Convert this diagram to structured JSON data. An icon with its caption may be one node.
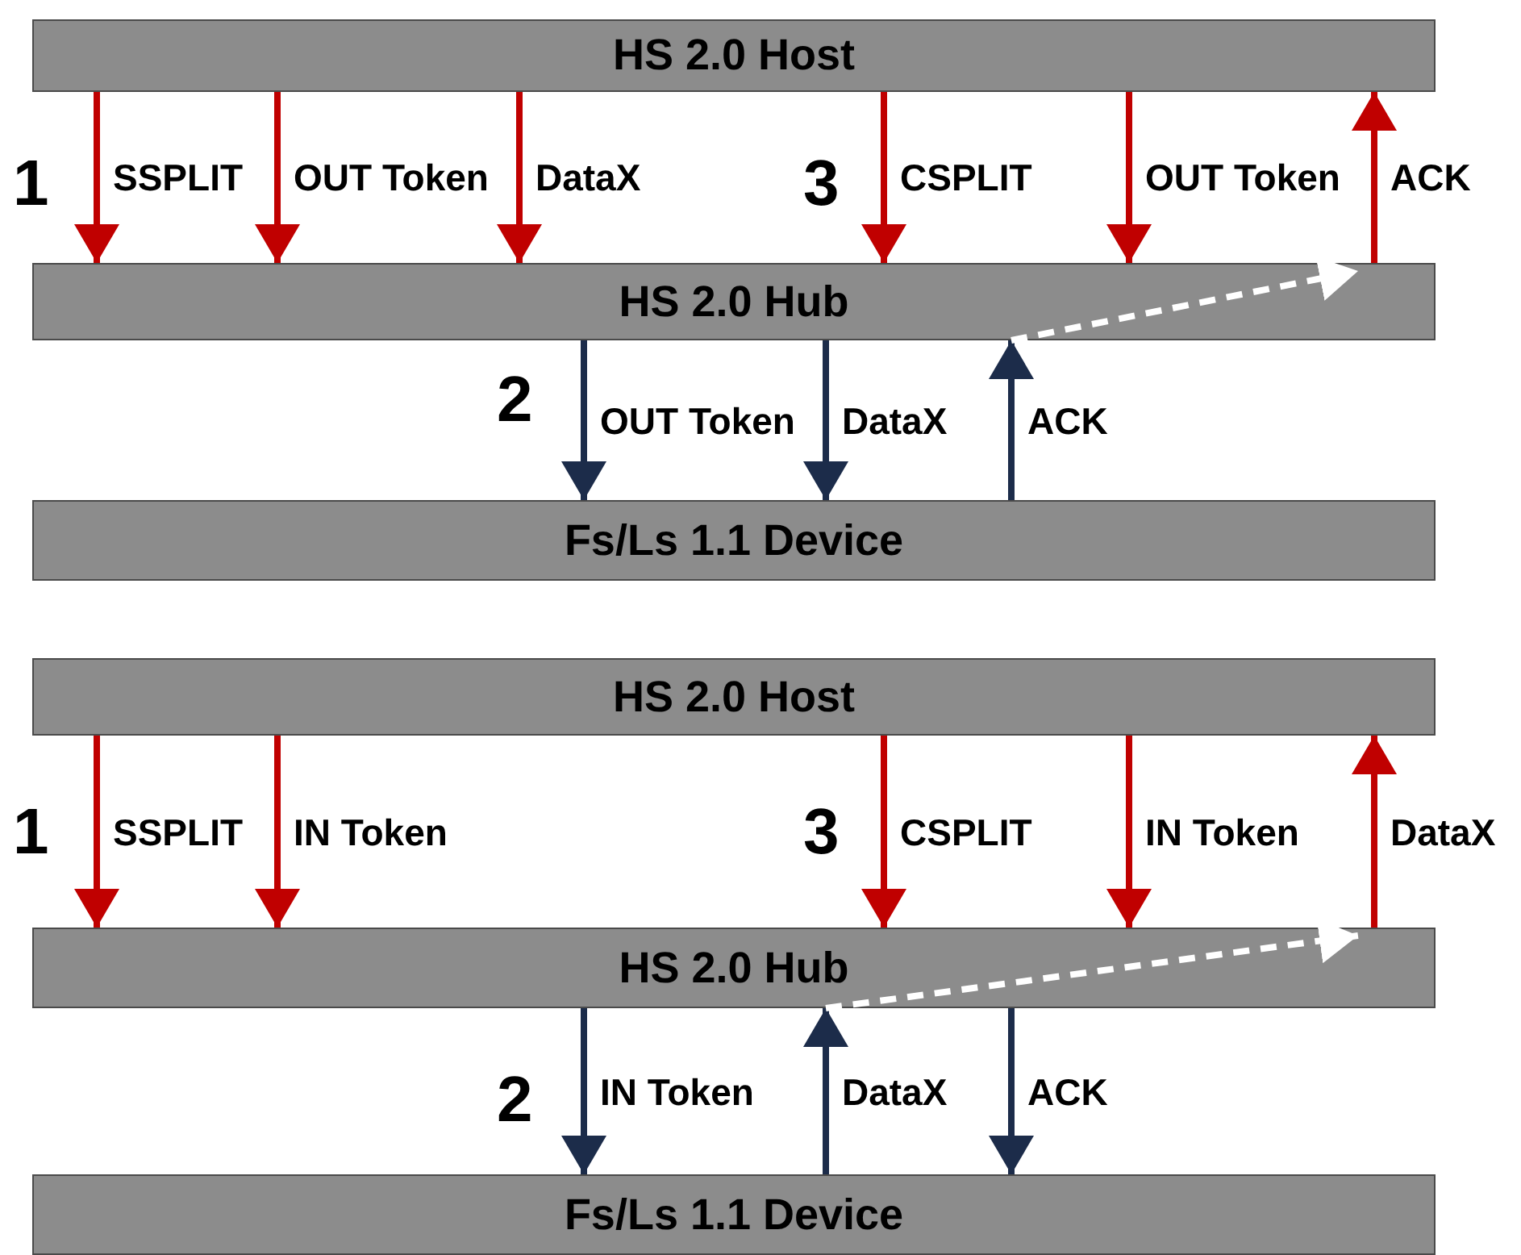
{
  "diagram": {
    "nodes": [
      {
        "text": [
          "HS 2.0 Host"
        ]
      },
      {
        "text": [
          "HS 2.0 Hub"
        ]
      },
      {
        "text": [
          "Fs/Ls 1.1 Device"
        ]
      },
      {
        "text": [
          "HS 2.0 Host"
        ]
      },
      {
        "text": [
          "HS 2.0 Hub"
        ]
      },
      {
        "text": [
          "Fs/Ls 1.1 Device"
        ]
      }
    ],
    "edges": [
      {
        "from": 0,
        "to": 1,
        "arrow": "to",
        "label": "SSPLIT"
      },
      {
        "from": 0,
        "to": 1,
        "arrow": "to",
        "label": "OUT Token"
      },
      {
        "from": 0,
        "to": 1,
        "arrow": "to",
        "label": "DataX"
      },
      {
        "from": 0,
        "to": 1,
        "arrow": "to",
        "label": "CSPLIT"
      },
      {
        "from": 0,
        "to": 1,
        "arrow": "to",
        "label": "OUT Token"
      },
      {
        "from": 1,
        "to": 0,
        "arrow": "to",
        "label": "ACK"
      },
      {
        "from": 1,
        "to": 2,
        "arrow": "to",
        "label": "OUT Token",
        "color": "#1c2c4a"
      },
      {
        "from": 1,
        "to": 2,
        "arrow": "to",
        "label": "DataX",
        "color": "#1c2c4a"
      },
      {
        "from": 2,
        "to": 1,
        "arrow": "to",
        "label": "ACK",
        "color": "#1c2c4a"
      },
      {
        "from": 1,
        "to": 1,
        "arrow": "to",
        "style": "dashed",
        "color": "#ffffff"
      },
      {
        "from": 3,
        "to": 4,
        "arrow": "to",
        "label": "SSPLIT"
      },
      {
        "from": 3,
        "to": 4,
        "arrow": "to",
        "label": "IN Token"
      },
      {
        "from": 3,
        "to": 4,
        "arrow": "to",
        "label": "CSPLIT"
      },
      {
        "from": 3,
        "to": 4,
        "arrow": "to",
        "label": "IN Token"
      },
      {
        "from": 4,
        "to": 3,
        "arrow": "to",
        "label": "DataX"
      },
      {
        "from": 4,
        "to": 5,
        "arrow": "to",
        "label": "IN Token",
        "color": "#1c2c4a"
      },
      {
        "from": 5,
        "to": 4,
        "arrow": "to",
        "label": "DataX",
        "color": "#1c2c4a"
      },
      {
        "from": 4,
        "to": 5,
        "arrow": "to",
        "label": "ACK",
        "color": "#1c2c4a"
      },
      {
        "from": 4,
        "to": 4,
        "arrow": "to",
        "style": "dashed",
        "color": "#ffffff"
      }
    ],
    "labels": [
      "1",
      "3",
      "2",
      "1",
      "3",
      "2"
    ]
  }
}
